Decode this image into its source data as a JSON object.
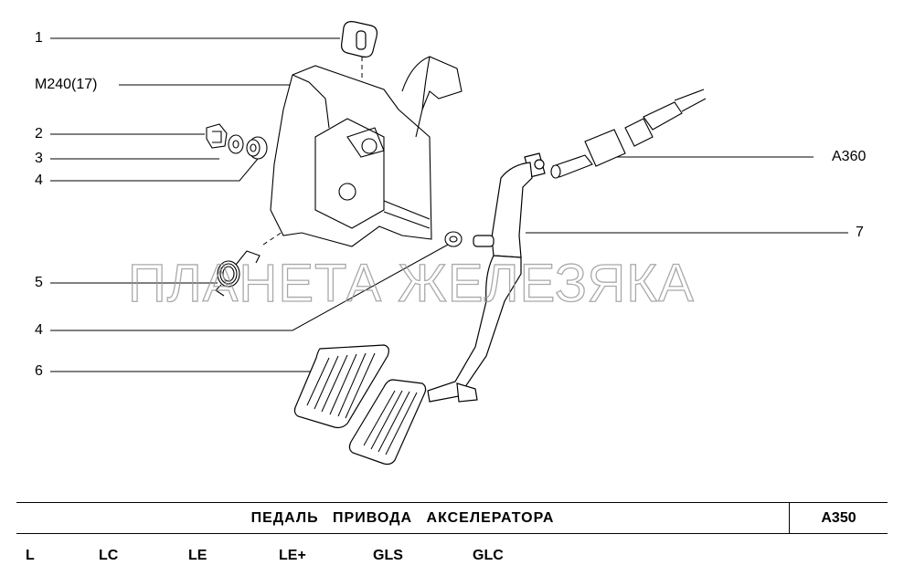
{
  "callouts": {
    "c1": "1",
    "m240": "M240(17)",
    "c2": "2",
    "c3": "3",
    "c4a": "4",
    "c5": "5",
    "c4b": "4",
    "c6": "6",
    "a360": "A360",
    "c7": "7"
  },
  "watermark": "ПЛАНЕТА ЖЕЛЕЗЯКА",
  "title": {
    "text": "ПЕДАЛЬ ПРИВОДА АКСЕЛЕРАТОРА",
    "code": "A350"
  },
  "trims": [
    "L",
    "LC",
    "LE",
    "LE+",
    "GLS",
    "GLC"
  ]
}
